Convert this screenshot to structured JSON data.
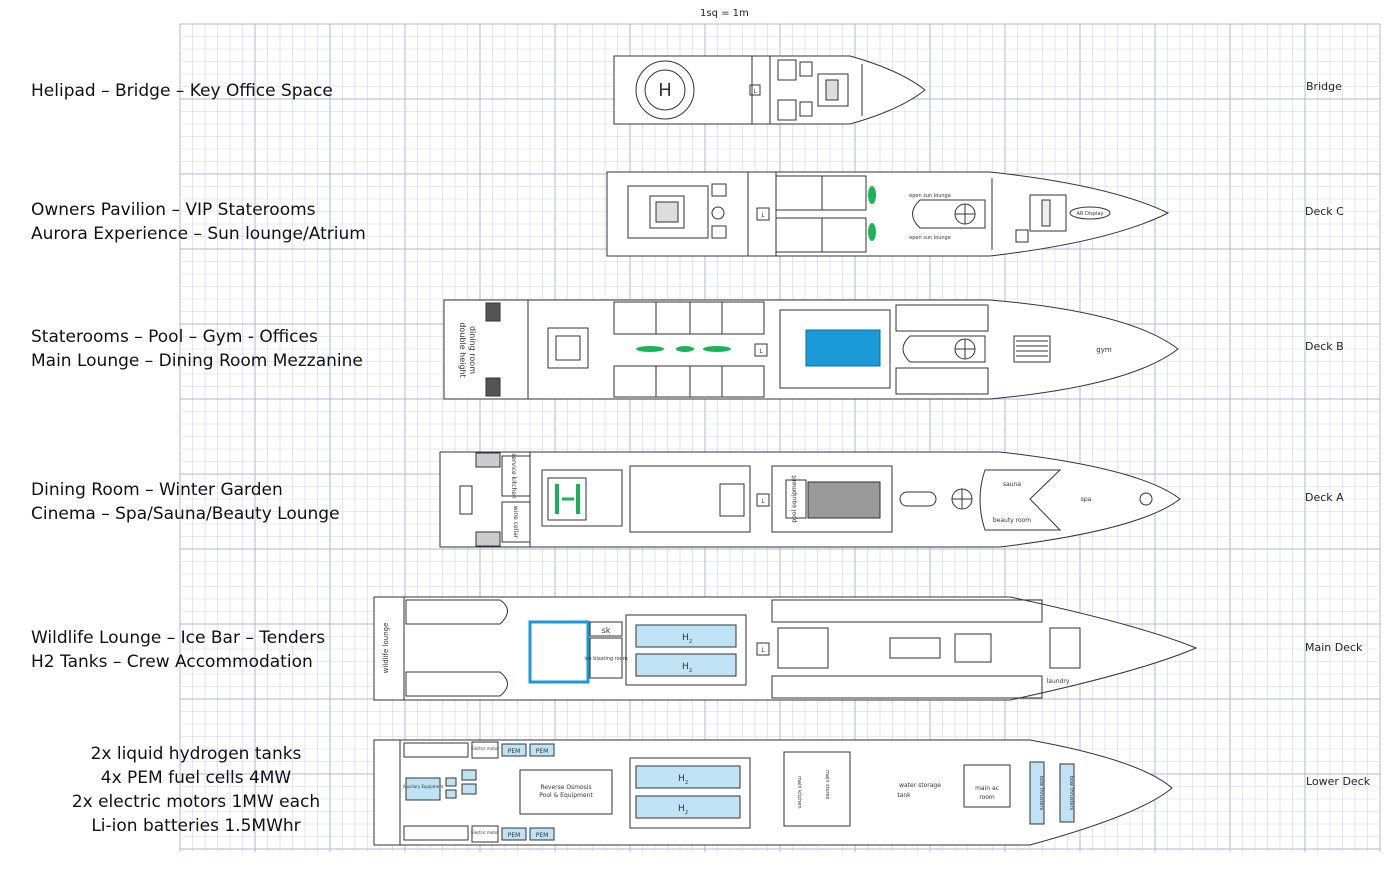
{
  "scale_label": "1sq = 1m",
  "decks": [
    {
      "name": "Bridge",
      "description": [
        "Helipad – Bridge – Key Office Space"
      ]
    },
    {
      "name": "Deck C",
      "description": [
        "Owners Pavilion – VIP Staterooms",
        "Aurora Experience – Sun lounge/Atrium"
      ]
    },
    {
      "name": "Deck B",
      "description": [
        "Staterooms – Pool – Gym - Offices",
        "Main Lounge – Dining Room Mezzanine"
      ]
    },
    {
      "name": "Deck A",
      "description": [
        "Dining Room – Winter Garden",
        "Cinema – Spa/Sauna/Beauty Lounge"
      ]
    },
    {
      "name": "Main Deck",
      "description": [
        "Wildlife Lounge – Ice Bar – Tenders",
        "H2 Tanks – Crew Accommodation"
      ]
    },
    {
      "name": "Lower Deck",
      "description": [
        "2x  liquid hydrogen tanks",
        "4x PEM fuel cells 4MW",
        "2x electric motors 1MW each",
        "Li-ion batteries 1.5MWhr"
      ]
    }
  ],
  "plan_labels": {
    "helipad": "H",
    "lift": "L",
    "open_sun_lounge": "open sun lounge",
    "ar_display": "AR Display",
    "double_height": "double height",
    "dining_room": "dining room",
    "gym": "gym",
    "service_kitchen": "service kitchen",
    "wine_cellar": "wine cellar",
    "pool_equipment": "pool equipment",
    "sauna": "sauna",
    "spa": "spa",
    "beauty_room": "beauty room",
    "wildlife_lounge": "wildlife lounge",
    "sk": "sk",
    "ice_blasting_room": "ice blasting room",
    "h2": "H",
    "h2_sub": "2",
    "laundry": "laundry",
    "electric_motor": "Electric motor",
    "pem": "PEM",
    "auxiliary_equipment": "Auxiliary Equipment",
    "reverse_osmosis": "Reverse Osmosis",
    "pool_and_equipment": "Pool & Equipment",
    "main_stores": "main stores",
    "main_kitchen": "main kitchen",
    "water_storage": "water storage",
    "tank": "tank",
    "main_ac": "main ac",
    "room": "room",
    "bow_thrusters": "bow thrusters"
  },
  "colors": {
    "grid_minor": "#d3d3ee",
    "grid_major": "#b4b4dc",
    "pool_blue": "#1a9ad6",
    "tank_blue": "#bfe3f5",
    "green": "#1bb35a",
    "outline": "#333333"
  }
}
